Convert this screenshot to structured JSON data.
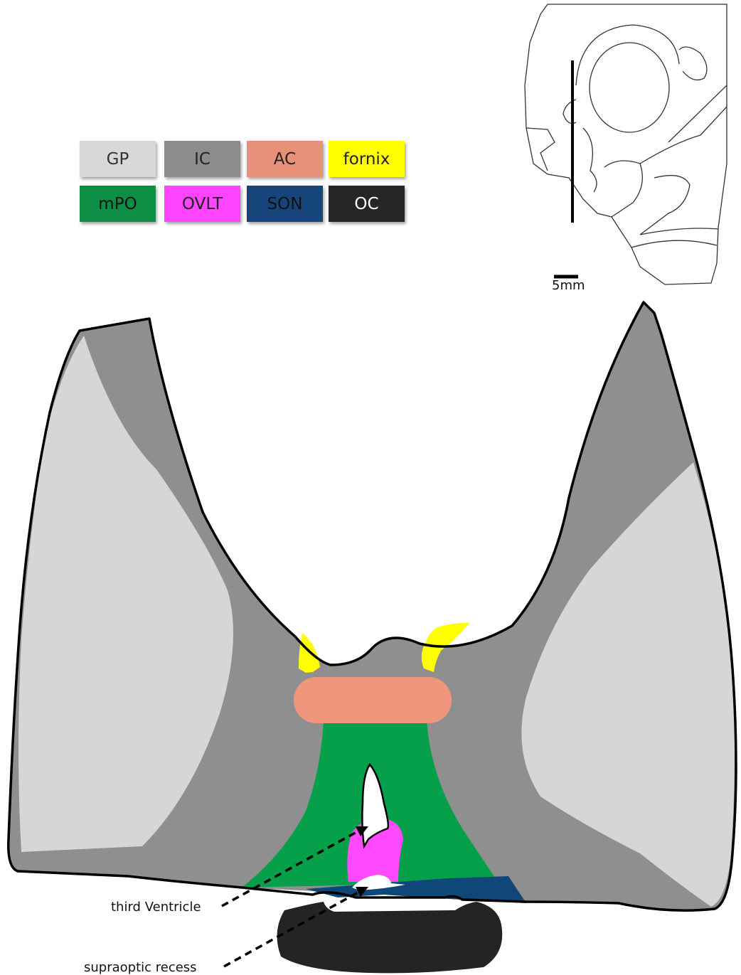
{
  "legend": [
    {
      "label": "GP",
      "color": "#d8d8d8",
      "text_color": "#333333"
    },
    {
      "label": "IC",
      "color": "#8c8c8c",
      "text_color": "#222222"
    },
    {
      "label": "AC",
      "color": "#e8917a",
      "text_color": "#222222"
    },
    {
      "label": "fornix",
      "color": "#ffff00",
      "text_color": "#222222"
    },
    {
      "label": "mPO",
      "color": "#0c8f45",
      "text_color": "#111111"
    },
    {
      "label": "OVLT",
      "color": "#ff44ff",
      "text_color": "#222222"
    },
    {
      "label": "SON",
      "color": "#15457a",
      "text_color": "#111111"
    },
    {
      "label": "OC",
      "color": "#262626",
      "text_color": "#ffffff"
    }
  ],
  "scale_bar": {
    "label": "5mm"
  },
  "annotations": {
    "third_ventricle": "third Ventricle",
    "supraoptic_recess": "supraoptic  recess"
  },
  "colors": {
    "gp": "#d6d6d6",
    "ic": "#8f8f8f",
    "ac": "#ef967c",
    "fornix": "#ffff00",
    "mpo": "#06a04a",
    "ovlt": "#ff4aff",
    "son": "#0f4878",
    "oc": "#242424",
    "outline": "#000000"
  }
}
